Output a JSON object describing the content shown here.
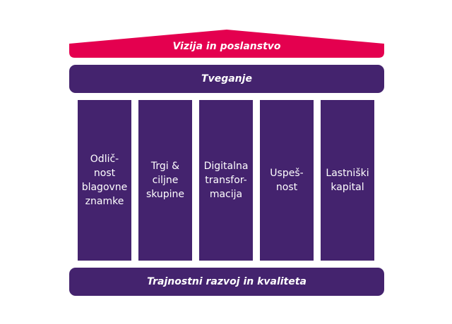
{
  "roof": {
    "label": "Vizija in poslanstvo",
    "color": "#e4004f"
  },
  "risk_band": {
    "label": "Tveganje"
  },
  "pillars": [
    {
      "label": "Odlič-\nnost\nblagovne\nznamke"
    },
    {
      "label": "Trgi &\nciljne\nskupine"
    },
    {
      "label": "Digitalna\ntransfor-\nmacija"
    },
    {
      "label": "Uspeš-\nnost"
    },
    {
      "label": "Lastniški\nkapital"
    }
  ],
  "base_band": {
    "label": "Trajnostni razvoj in kvaliteta"
  },
  "colors": {
    "purple": "#44236e",
    "magenta": "#e4004f"
  }
}
